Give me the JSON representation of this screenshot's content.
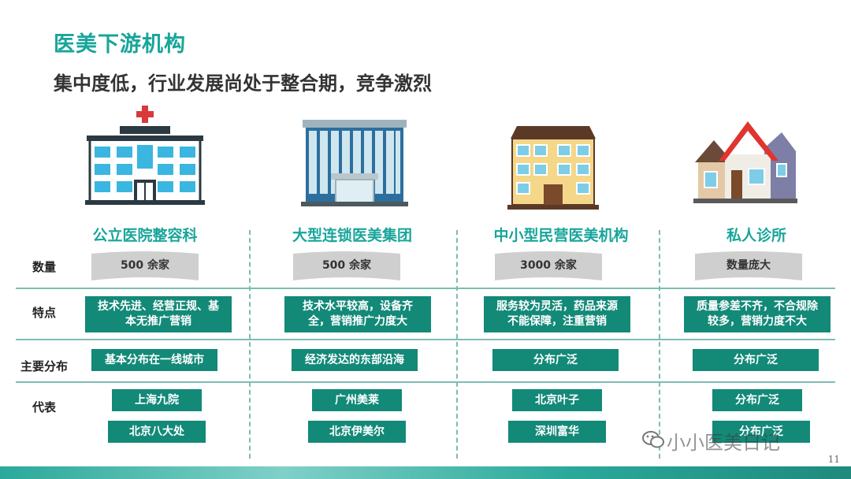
{
  "title": "医美下游机构",
  "subtitle": "集中度低，行业发展尚处于整合期，竞争激烈",
  "row_labels": [
    "数量",
    "特点",
    "主要分布",
    "代表"
  ],
  "columns": [
    {
      "icon": "hospital-icon",
      "title": "公立医院整容科",
      "count": "500 余家",
      "feature": "技术先进、经营正规、基本无推广营销",
      "distribution": "基本分布在一线城市",
      "reps": [
        "上海九院",
        "北京八大处"
      ]
    },
    {
      "icon": "office-building-icon",
      "title": "大型连锁医美集团",
      "count": "500 余家",
      "feature": "技术水平较高，设备齐全，营销推广力度大",
      "distribution": "经济发达的东部沿海",
      "reps": [
        "广州美莱",
        "北京伊美尔"
      ]
    },
    {
      "icon": "apartment-building-icon",
      "title": "中小型民营医美机构",
      "count": "3000 余家",
      "feature": "服务较为灵活，药品来源不能保障，注重营销",
      "distribution": "分布广泛",
      "reps": [
        "北京叶子",
        "深圳富华"
      ]
    },
    {
      "icon": "house-icon",
      "title": "私人诊所",
      "count": "数量庞大",
      "feature": "质量参差不齐，不合规除较多，营销力度不大",
      "distribution": "分布广泛",
      "reps": [
        "分布广泛",
        "分布广泛"
      ]
    }
  ],
  "watermark": "小小医美日记",
  "page_number": "11",
  "colors": {
    "accent": "#18a59a",
    "box": "#138978",
    "line": "#7fbcb2"
  }
}
